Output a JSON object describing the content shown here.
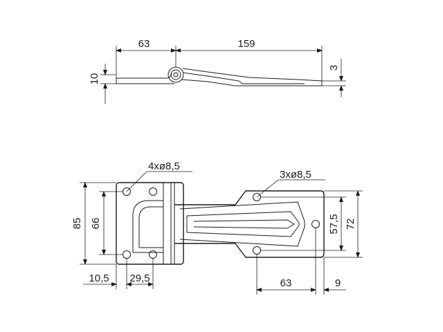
{
  "drawing": {
    "side_view": {
      "dim_left_width": "63",
      "dim_right_width": "159",
      "dim_height": "10",
      "dim_thickness": "3"
    },
    "plan_view": {
      "holes_left_label": "4xø8,5",
      "holes_right_label": "3xø8,5",
      "dim_left_height": "85",
      "dim_left_hole_spacing": "66",
      "dim_edge_offset": "10,5",
      "dim_hole_pitch": "29,5",
      "dim_right_hole_spacing": "57,5",
      "dim_right_height": "72",
      "dim_right_length": "63",
      "dim_right_edge": "9"
    }
  }
}
